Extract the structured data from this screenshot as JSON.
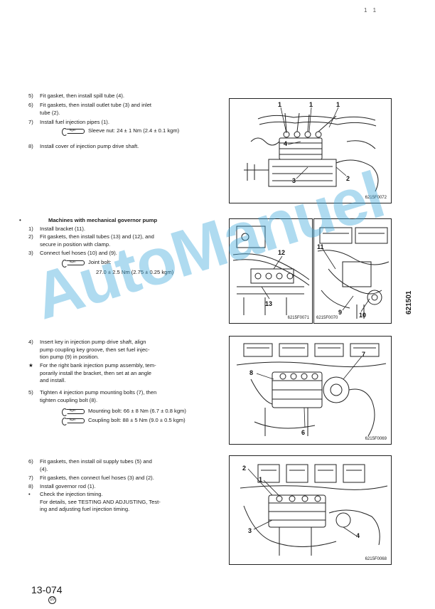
{
  "corner_mark": "1 1",
  "page_number": "13-074",
  "revision_mark": "10",
  "side_code": "621501",
  "watermark": "AutoManuel",
  "section1": {
    "steps": [
      {
        "num": "5)",
        "lines": [
          "Fit gasket, then install spill tube (4)."
        ]
      },
      {
        "num": "6)",
        "lines": [
          "Fit gaskets, then install outlet tube (3) and inlet",
          "tube (2)."
        ]
      },
      {
        "num": "7)",
        "lines": [
          "Install fuel injection pipes (1)."
        ]
      },
      {
        "num": "8)",
        "lines": [
          "Install cover of injection pump drive shaft."
        ]
      }
    ],
    "spec": "Sleeve nut: 24 ± 1 Nm (2.4 ± 0.1 kgm)",
    "figure": {
      "code": "6215F0072",
      "callouts": [
        "1",
        "1",
        "1",
        "4",
        "3",
        "2"
      ]
    }
  },
  "section2": {
    "bullet": "•",
    "heading": "Machines with mechanical governor pump",
    "steps": [
      {
        "num": "1)",
        "lines": [
          "Install bracket (11)."
        ]
      },
      {
        "num": "2)",
        "lines": [
          "Fit gaskets, then install tubes (13) and (12), and",
          "secure in position with clamp."
        ]
      },
      {
        "num": "3)",
        "lines": [
          "Connect fuel hoses (10) and (9)."
        ]
      }
    ],
    "spec_label": "Joint bolt:",
    "spec_value": "27.0 ± 2.5 Nm (2.75 ± 0.25 kgm)",
    "figure_a": {
      "code": "6215F0071",
      "callouts": [
        "12",
        "13"
      ]
    },
    "figure_b": {
      "code": "6215F0070",
      "callouts": [
        "11",
        "9",
        "10"
      ]
    }
  },
  "section3": {
    "steps": [
      {
        "num": "4)",
        "lines": [
          "Insert key in injection pump drive shaft, align",
          "pump coupling key groove, then set fuel injec-",
          "tion pump (9) in position."
        ]
      },
      {
        "num": "★",
        "lines": [
          "For the right bank injection pump assembly, tem-",
          "porarily install the bracket, then set at an angle",
          "and install."
        ]
      },
      {
        "num": "5)",
        "lines": [
          "Tighten 4 injection pump mounting bolts (7), then",
          "tighten coupling bolt (8)."
        ]
      }
    ],
    "spec1": "Mounting bolt: 66 ± 8 Nm (6.7 ± 0.8 kgm)",
    "spec2": "Coupling bolt: 88 ± 5 Nm (9.0 ± 0.5 kgm)",
    "figure": {
      "code": "6215F0069",
      "callouts": [
        "7",
        "8",
        "6"
      ]
    }
  },
  "section4": {
    "steps": [
      {
        "num": "6)",
        "lines": [
          "Fit gaskets, then install oil supply tubes (5) and",
          "(4)."
        ]
      },
      {
        "num": "7)",
        "lines": [
          "Fit gaskets, then connect fuel hoses (3) and (2)."
        ]
      },
      {
        "num": "8)",
        "lines": [
          "Install governor rod (1)."
        ]
      },
      {
        "num": "•",
        "lines": [
          "Check the injection timing.",
          "For details, see TESTING AND ADJUSTING, Test-",
          "ing and adjusting fuel injection timing."
        ]
      }
    ],
    "figure": {
      "code": "6215F0068",
      "callouts": [
        "2",
        "1",
        "3",
        "4"
      ]
    }
  }
}
